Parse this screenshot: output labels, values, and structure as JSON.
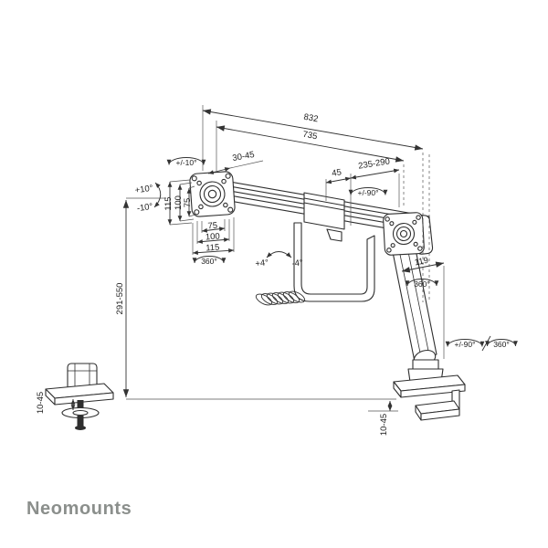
{
  "brand": {
    "logo": "Neomounts",
    "logo_color": "#8b8f8c"
  },
  "drawing": {
    "line_color": "#2e2e2e",
    "dim_color": "#333333",
    "subject": "dual-monitor desk mount arm technical drawing"
  },
  "dims": {
    "outer_width": "832",
    "inner_width": "735",
    "rail_depth": "30-45",
    "vesa_v": {
      "v115": "115",
      "v100": "100",
      "v75": "75"
    },
    "vesa_h": {
      "h75": "75",
      "h100": "100",
      "h115": "115"
    },
    "slider_travel": "45",
    "arm_reach": "235-290",
    "arm_offset": "119",
    "height_range": "291-550",
    "desk_thickness_left": "10-45",
    "desk_thickness_right": "10-45"
  },
  "rotations": {
    "tilt_up": "+10°",
    "tilt_down": "-10°",
    "tilt_range": "+/-10°",
    "vesa_rotate": "360°",
    "crossbar_swivel": "+/-90°",
    "arm_rotate": "360°",
    "base_swivel": "+/-90°",
    "base_rotate": "360°",
    "level_up": "+4°",
    "level_down": "-4°"
  }
}
